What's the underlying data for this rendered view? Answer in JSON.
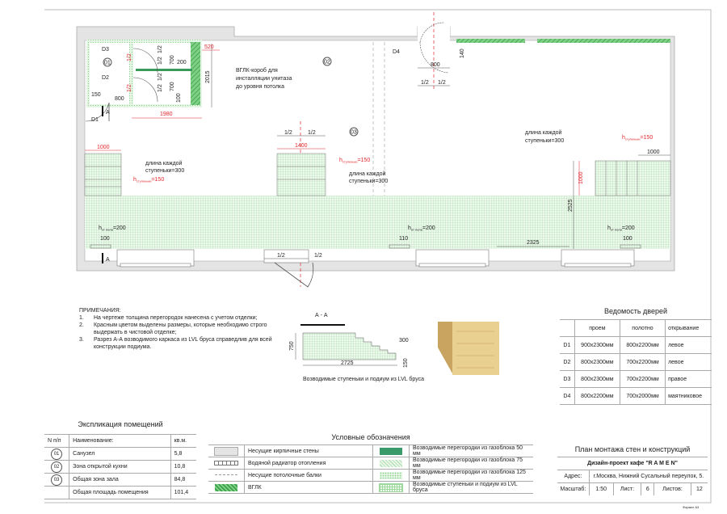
{
  "plan": {
    "doors": [
      "D1",
      "D2",
      "D3",
      "D4"
    ],
    "rooms": [
      "01",
      "02",
      "03"
    ],
    "section_marker": "А",
    "vglk_note": [
      "ВГЛК-короб для",
      "инсталляции унитаза",
      "до уровня потолка"
    ],
    "dims": {
      "d1_width": "800",
      "wall_150": "150",
      "bath_width": "1980",
      "bath_height": "2015",
      "bath_offset": "520",
      "vglk_200": "200",
      "stall_700": "700",
      "gap_100": "100",
      "half": "1/2",
      "left_steps": "1000",
      "mid_steps": "1400",
      "podium_depth": "2325",
      "d4_width": "800",
      "d4_offset": "140",
      "right_top": "1000",
      "right_steps": "1000",
      "right_podium": "2525",
      "rad_100": "100",
      "rad_110": "110"
    },
    "step_height_label": "h ступеньки=150",
    "step_height_main": "h",
    "step_height_sub": "ступеньки",
    "step_height_val": "=150",
    "step_length": [
      "длина каждой",
      "ступеньки=300"
    ],
    "floor_h_main": "h",
    "floor_h_sub": "от пола",
    "floor_h_val": "=200"
  },
  "notes": {
    "title": "ПРИМЕЧАНИЯ:",
    "items": [
      {
        "n": "1.",
        "text": "На чертеже толщина перегородок нанесена с учетом отделки;"
      },
      {
        "n": "2.",
        "text": "Красным цветом выделены размеры, которые необходимо строго выдержать в чистовой отделке;"
      },
      {
        "n": "3.",
        "text": "Разрез А-А возводимого каркаса из LVL бруса справедлив для всей конструкции подиума."
      }
    ]
  },
  "section": {
    "title": "А - А",
    "height": "750",
    "step": "300",
    "length": "2725",
    "step_h": "150",
    "caption": "Возводимые ступеньки и подиум из LVL бруса"
  },
  "doors_schedule": {
    "title": "Ведомость дверей",
    "headers": [
      "",
      "проем",
      "полотно",
      "открывание"
    ],
    "rows": [
      [
        "D1",
        "900х2300мм",
        "800х2200мм",
        "левое"
      ],
      [
        "D2",
        "800х2300мм",
        "700х2200мм",
        "левое"
      ],
      [
        "D3",
        "800х2300мм",
        "700х2200мм",
        "правое"
      ],
      [
        "D4",
        "800х2200мм",
        "700х2000мм",
        "маятниковое"
      ]
    ]
  },
  "explication": {
    "title": "Экспликация помещений",
    "headers": [
      "N п/п",
      "Наименование:",
      "кв.м."
    ],
    "rows": [
      [
        "01",
        "Санузел",
        "5,8"
      ],
      [
        "02",
        "Зона открытой кухни",
        "10,8"
      ],
      [
        "03",
        "Общая зона зала",
        "84,8"
      ],
      [
        "",
        "Общая площадь помещения",
        "101,4"
      ]
    ]
  },
  "legend": {
    "title": "Условные обозначения",
    "items": [
      "Несущие кирпичные стены",
      "Водяной радиатор отопления",
      "Несущие потолочные балки",
      "ВГЛК",
      "Возводимые перегородки из газоблока 50 мм",
      "Возводимые перегородки из газоблока 75 мм",
      "Возводимые перегородки из газоблока 125 мм",
      "Возводимые ступеньки и подиум из LVL бруса"
    ]
  },
  "title_block": {
    "title": "План монтажа стен и конструкций",
    "project": "Дизайн-проект кафе \"R A M E N\"",
    "address_label": "Адрес:",
    "address": "г.Москва, Нижний Сусальный переулок, 5.",
    "scale_label": "Масштаб:",
    "scale": "1:50",
    "sheet_label": "Лист:",
    "sheet": "6",
    "sheets_label": "Листов:",
    "sheets": "12"
  },
  "format": "Формат А3",
  "colors": {
    "dim_red": "#e0262b",
    "grid_green": "#9fd89f",
    "hatch_green": "#3aa34a",
    "wall_gray": "#e4e4e4"
  }
}
